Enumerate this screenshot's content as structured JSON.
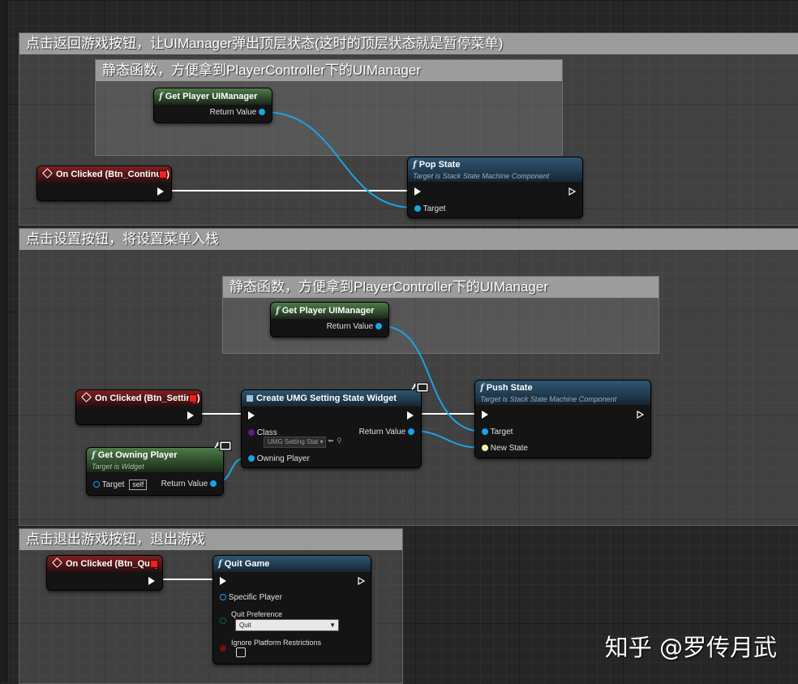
{
  "comments": {
    "return_game": "点击返回游戏按钮，让UIManager弹出顶层状态(这时的顶层状态就是暂停菜单)",
    "static_func_1": "静态函数，方便拿到PlayerController下的UIManager",
    "settings_btn": "点击设置按钮，将设置菜单入栈",
    "static_func_2": "静态函数，方便拿到PlayerController下的UIManager",
    "quit_btn": "点击退出游戏按钮，退出游戏"
  },
  "nodes": {
    "get_ui_manager_1": {
      "title": "Get Player UIManager",
      "return_value": "Return Value"
    },
    "on_clicked_continue": {
      "title": "On Clicked (Btn_Continue)"
    },
    "pop_state": {
      "title": "Pop State",
      "subtitle": "Target is Stack State Machine Component",
      "target": "Target"
    },
    "get_ui_manager_2": {
      "title": "Get Player UIManager",
      "return_value": "Return Value"
    },
    "on_clicked_setting": {
      "title": "On Clicked (Btn_Setting)"
    },
    "create_widget": {
      "title": "Create UMG Setting State Widget",
      "class_label": "Class",
      "class_value": "UMG Setting Stat",
      "return_value": "Return Value",
      "owning_player": "Owning Player"
    },
    "push_state": {
      "title": "Push State",
      "subtitle": "Target is Stack State Machine Component",
      "target": "Target",
      "new_state": "New State"
    },
    "get_owning_player": {
      "title": "Get Owning Player",
      "subtitle": "Target is Widget",
      "target": "Target",
      "self": "self",
      "return_value": "Return Value"
    },
    "on_clicked_quit": {
      "title": "On Clicked (Btn_Quit)"
    },
    "quit_game": {
      "title": "Quit Game",
      "specific_player": "Specific Player",
      "quit_preference": "Quit Preference",
      "quit_value": "Quit",
      "ignore_platform": "Ignore Platform Restrictions"
    }
  },
  "watermark": "知乎 @罗传月武",
  "colors": {
    "exec": "#ffffff",
    "object_pin": "#1aa3e8",
    "struct_pin": "#f3f6a8",
    "event_red": "#e22222"
  },
  "icons": {
    "function": "function-f-icon",
    "event": "event-diamond-icon",
    "monitor": "monitor-icon",
    "dropdown": "chevron-down-icon"
  }
}
